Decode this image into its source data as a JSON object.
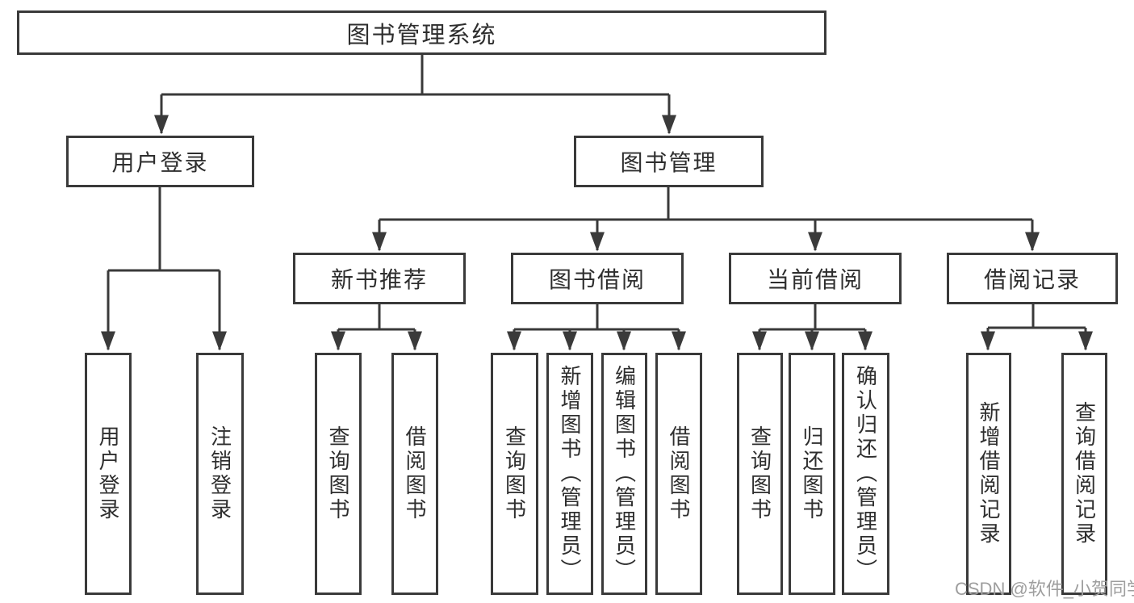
{
  "diagram": {
    "title": "图书管理系统",
    "level1": {
      "user_login": "用户登录",
      "book_mgmt": "图书管理"
    },
    "level2": {
      "new_book_rec": "新书推荐",
      "book_borrow": "图书借阅",
      "current_borrow": "当前借阅",
      "borrow_records": "借阅记录"
    },
    "leaves": {
      "user_login": "用户登录",
      "logout": "注销登录",
      "rec_query_book": "查询图书",
      "rec_borrow_book": "借阅图书",
      "bb_query_book": "查询图书",
      "bb_add_book": "新增图书（管理员）",
      "bb_edit_book": "编辑图书（管理员）",
      "bb_borrow_book": "借阅图书",
      "cb_query_book": "查询图书",
      "cb_return_book": "归还图书",
      "cb_confirm_return": "确认归还（管理员）",
      "br_add_record": "新增借阅记录",
      "br_query_record": "查询借阅记录"
    },
    "colors": {
      "line": "#3a3a3a",
      "text": "#2e2e2e",
      "background": "#ffffff",
      "watermark": "#9e9e9e"
    }
  },
  "watermark": "CSDN @软件_小贺同学"
}
